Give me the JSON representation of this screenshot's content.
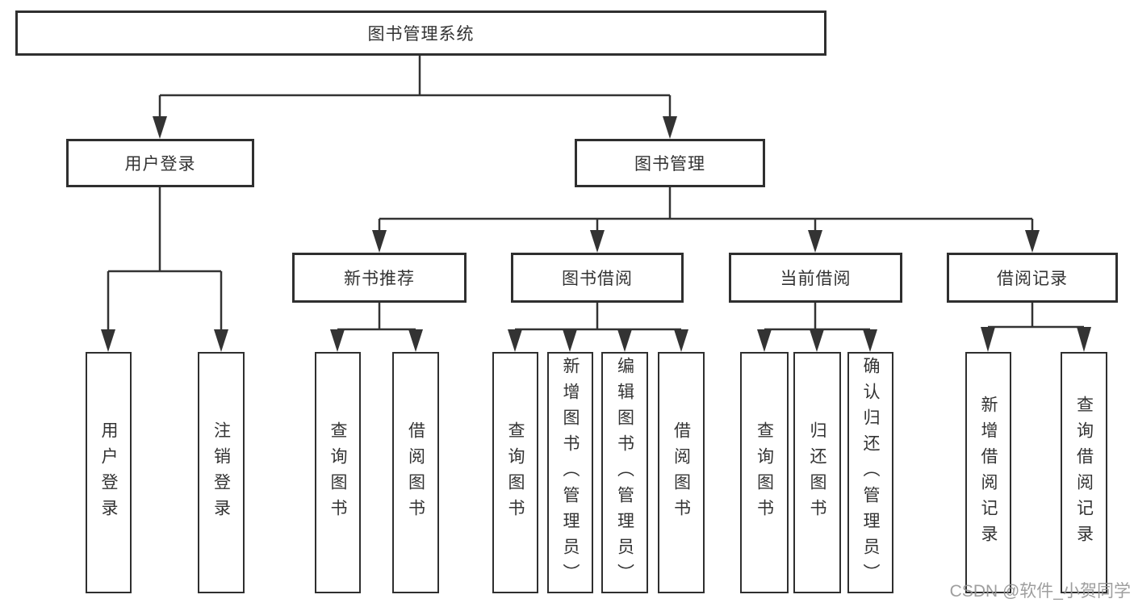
{
  "diagram": {
    "title": "图书管理系统",
    "level2": [
      {
        "label": "用户登录"
      },
      {
        "label": "图书管理"
      }
    ],
    "level3": [
      {
        "label": "新书推荐"
      },
      {
        "label": "图书借阅"
      },
      {
        "label": "当前借阅"
      },
      {
        "label": "借阅记录"
      }
    ],
    "leaves": [
      {
        "label": "用户登录"
      },
      {
        "label": "注销登录"
      },
      {
        "label": "查询图书"
      },
      {
        "label": "借阅图书"
      },
      {
        "label": "查询图书"
      },
      {
        "label": "新增图书（管理员）"
      },
      {
        "label": "编辑图书（管理员）"
      },
      {
        "label": "借阅图书"
      },
      {
        "label": "查询图书"
      },
      {
        "label": "归还图书"
      },
      {
        "label": "确认归还（管理员）"
      },
      {
        "label": "新增借阅记录"
      },
      {
        "label": "查询借阅记录"
      }
    ],
    "watermark": "CSDN @软件_小贺同学",
    "colors": {
      "line": "#333333",
      "text": "#333333",
      "watermark": "#949494",
      "background": "#ffffff"
    }
  }
}
